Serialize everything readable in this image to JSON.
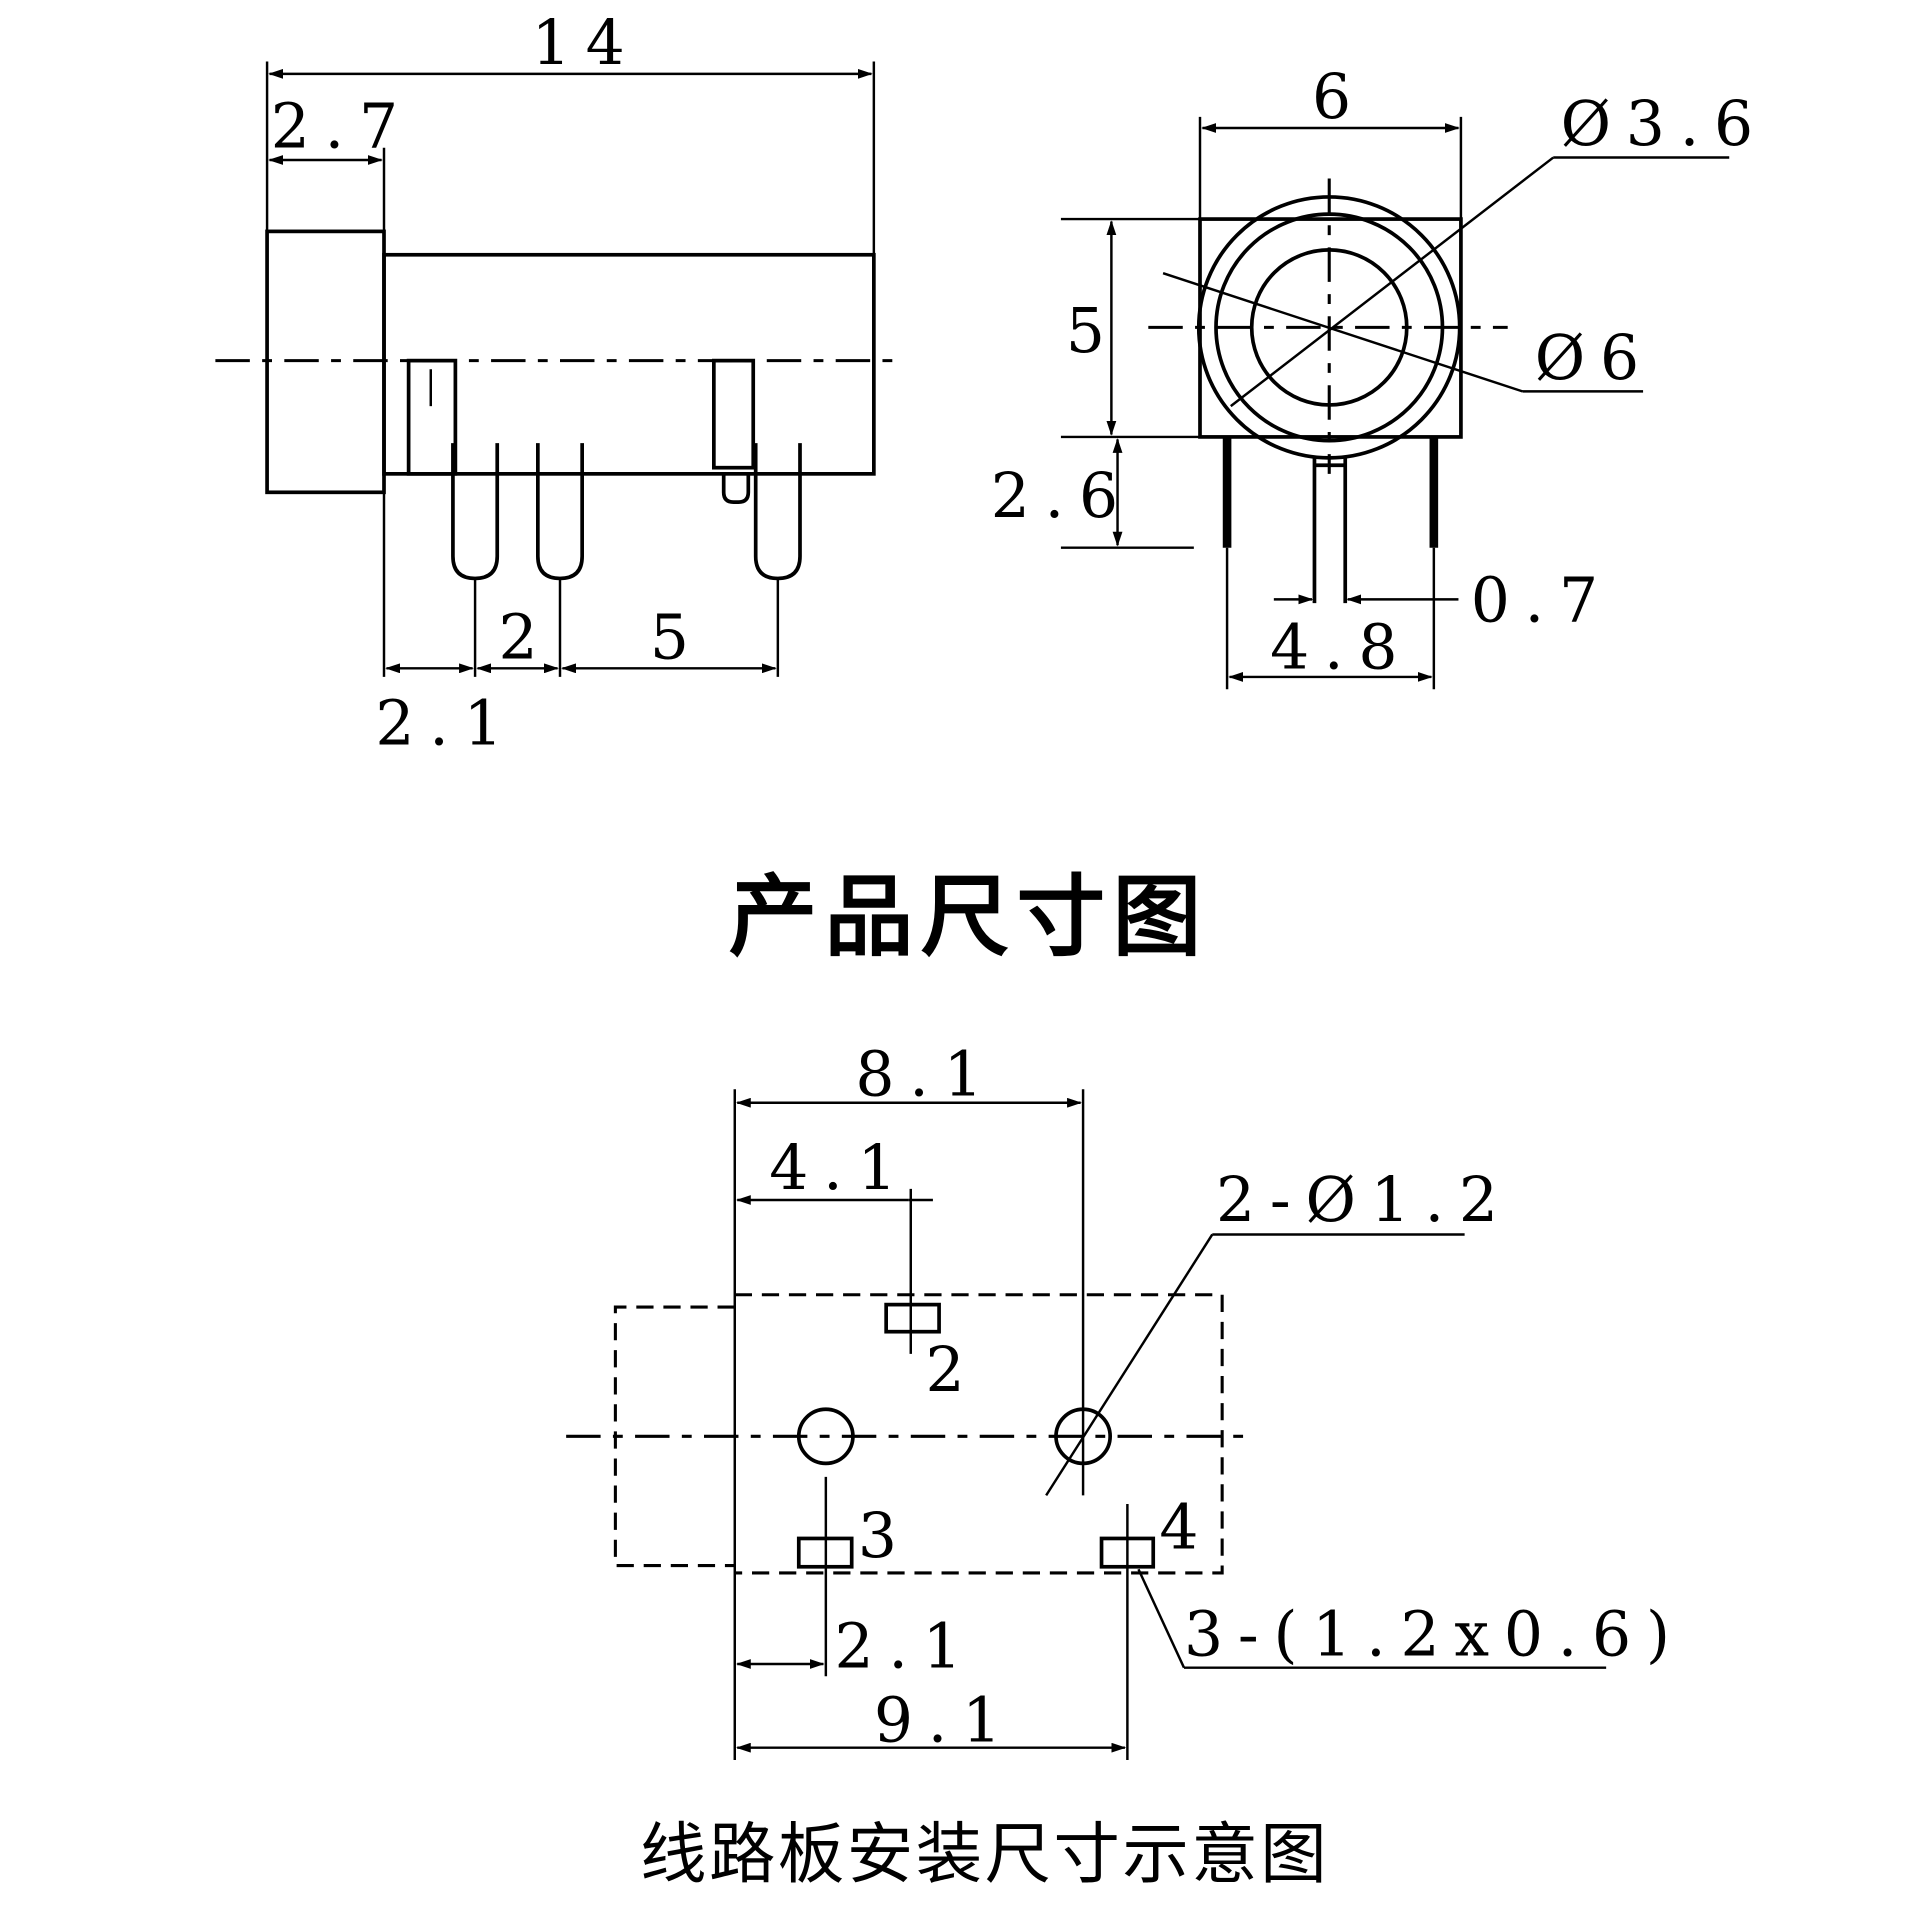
{
  "side_view": {
    "overall_length": "14",
    "flange": "2.7",
    "pin_offset": "2.1",
    "pin_pitch_a": "2",
    "pin_pitch_b": "5"
  },
  "front_view": {
    "width": "6",
    "inner_diameter": "Ø3.6",
    "outer_diameter": "Ø6",
    "height": "5",
    "pin_length": "2.6",
    "pin_width": "0.7",
    "pin_span": "4.8"
  },
  "product_title": "产品尺寸图",
  "pcb_view": {
    "dim_hole2": "8.1",
    "dim_pad2": "4.1",
    "hole_spec": "2-Ø1.2",
    "pad_spec": "3-(1.2x0.6)",
    "dim_pad3": "2.1",
    "dim_pad4": "9.1",
    "pad_labels": [
      "2",
      "3",
      "4"
    ]
  },
  "pcb_caption": "线路板安装尺寸示意图"
}
